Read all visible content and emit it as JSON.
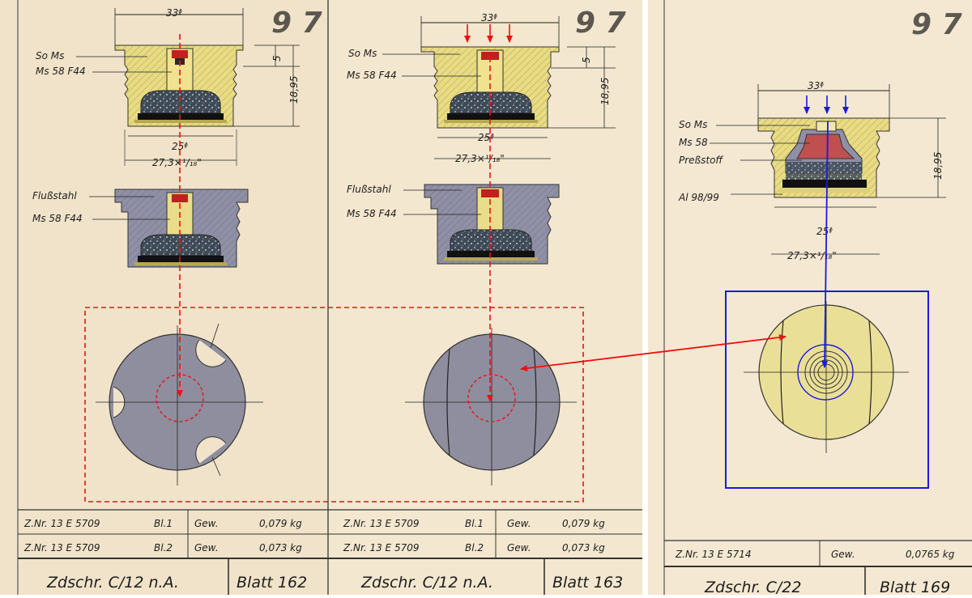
{
  "sheets": [
    {
      "dim_top": "33ᶲ",
      "dim_bore": "25ᶲ",
      "dim_thread": "27,3×¹/₁₈\"",
      "dim_v1": "5",
      "dim_v2": "18,95",
      "labels_top": [
        "So Ms",
        "Ms 58 F44"
      ],
      "labels_bottom": [
        "Flußstahl",
        "Ms 58 F44"
      ],
      "table": [
        {
          "znr": "Z.Nr. 13 E 5709",
          "bl": "Bl.1",
          "gew": "Gew.",
          "weight": "0,079 kg"
        },
        {
          "znr": "Z.Nr. 13 E 5709",
          "bl": "Bl.2",
          "gew": "Gew.",
          "weight": "0,073 kg"
        }
      ],
      "footer_title": "Zdschr. C/12 n.A.",
      "footer_blatt": "Blatt 162"
    },
    {
      "dim_top": "33ᶲ",
      "dim_bore": "25ᶲ",
      "dim_thread": "27,3×¹/₁₈\"",
      "dim_v1": "5",
      "dim_v2": "18,95",
      "labels_top": [
        "So Ms",
        "Ms 58 F44"
      ],
      "labels_bottom": [
        "Flußstahl",
        "Ms 58 F44"
      ],
      "table": [
        {
          "znr": "Z.Nr. 13 E 5709",
          "bl": "Bl.1",
          "gew": "Gew.",
          "weight": "0,079 kg"
        },
        {
          "znr": "Z.Nr. 13 E 5709",
          "bl": "Bl.2",
          "gew": "Gew.",
          "weight": "0,073 kg"
        }
      ],
      "footer_title": "Zdschr. C/12 n.A.",
      "footer_blatt": "Blatt 163"
    },
    {
      "dim_top": "33ᶲ",
      "dim_bore": "25ᶲ",
      "dim_thread": "27,3×¹/₁₈\"",
      "dim_v2": "18,95",
      "labels_top": [
        "So Ms",
        "Ms 58",
        "Preßstoff",
        "Al 98/99"
      ],
      "table": [
        {
          "znr": "Z.Nr. 13 E 5714",
          "gew": "Gew.",
          "weight": "0,0765 kg"
        }
      ],
      "footer_title": "Zdschr. C/22",
      "footer_blatt": "Blatt 169"
    }
  ],
  "colors": {
    "paper": "#f2e5cc",
    "brass": "#e9dc8a",
    "steel": "#8f8fa6",
    "disc_gray": "#8e8e9e",
    "disc_yellow": "#eadf97",
    "annotation_red": "#ee1111",
    "annotation_blue": "#1a1ae0",
    "ink": "#1d1d1d"
  }
}
